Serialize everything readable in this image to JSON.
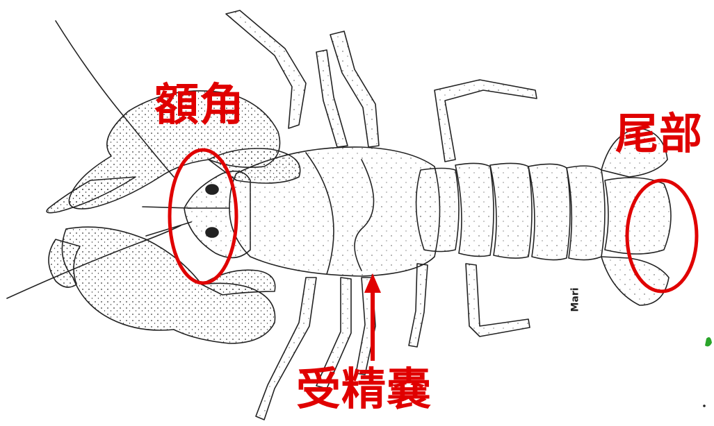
{
  "labels": {
    "rostrum": "額角",
    "tail": "尾部",
    "seminal_receptacle": "受精嚢"
  },
  "signature": "Mari",
  "colors": {
    "annotation": "#e00000",
    "line": "#222222",
    "background": "#ffffff"
  }
}
